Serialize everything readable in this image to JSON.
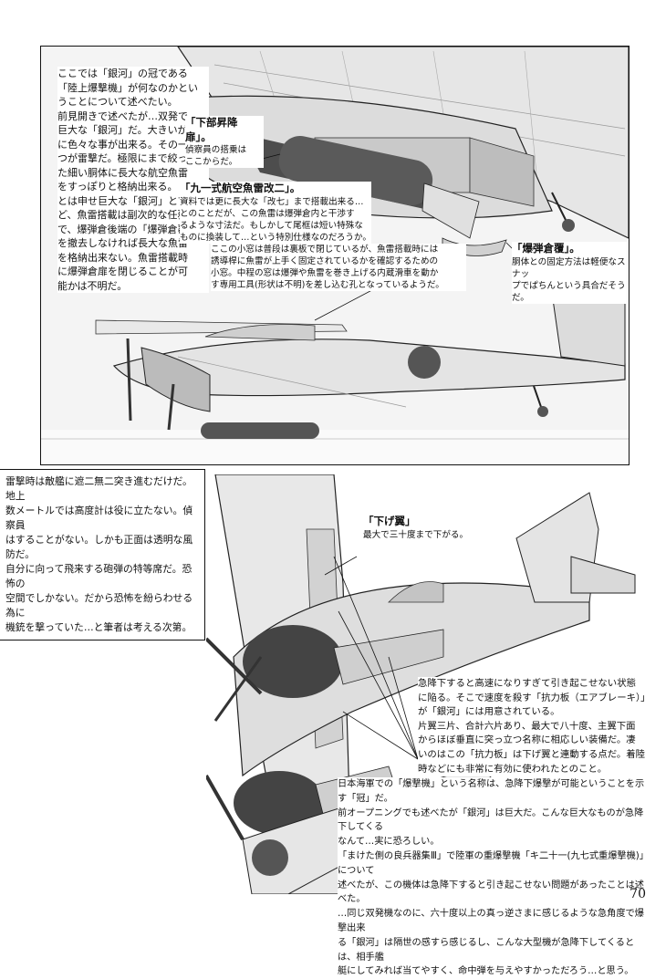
{
  "page": {
    "number": "70"
  },
  "intro": {
    "lines": [
      "ここでは「銀河」の冠である",
      "「陸上爆撃機」が何なのかとい",
      "うことについて述べたい。",
      "前見開きで述べたが…双発で",
      "巨大な「銀河」だ。大きいが故",
      "に色々な事が出来る。その一",
      "つが雷撃だ。極限にまで絞っ",
      "た細い胴体に長大な航空魚雷",
      "をすっぽりと格納出来る。",
      "とは申せ巨大な「銀河」と言え",
      "ど、魚雷搭載は副次的な任務",
      "で、爆弾倉後端の「爆弾倉覆」",
      "を撤去しなければ長大な魚雷",
      "を格納出来ない。魚雷搭載時",
      "に爆弾倉扉を閉じることが可",
      "能かは不明だ。"
    ]
  },
  "captions": {
    "lower_door": {
      "title": "「下部昇降扉」。",
      "body": [
        "偵察員の搭乗は",
        "ここからだ。"
      ]
    },
    "torpedo": {
      "title": "「九一式航空魚雷改二」。",
      "body": [
        "資料では更に長大な「改七」まで搭載出来る…",
        "とのことだが、この魚雷は爆弾倉内と干渉す",
        "るような寸法だ。もしかして尾框は短い特殊な",
        "ものに換装して…という特別仕様なのだろうか。"
      ]
    },
    "small_window": {
      "body": [
        "ここの小窓は普段は裏板で閉じているが、魚雷搭載時には",
        "誘導桿に魚雷が上手く固定されているかを確認するための",
        "小窓。中程の窓は爆弾や魚雷を巻き上げる内蔵滑車を動か",
        "す専用工具(形状は不明)を差し込む孔となっているようだ。"
      ]
    },
    "bomb_cover": {
      "title": "「爆弾倉覆」。",
      "body": [
        "胴体との固定方法は軽便なスナッ",
        "プでぱちんという具合だそうだ。"
      ]
    },
    "flap": {
      "title": "「下げ翼」",
      "body": [
        "最大で三十度まで下がる。"
      ]
    }
  },
  "attack_box": {
    "lines": [
      "雷撃時は敵艦に遮二無二突き進むだけだ。地上",
      "数メートルでは高度計は役に立たない。偵察員",
      "はすることがない。しかも正面は透明な風防だ。",
      "自分に向って飛来する砲弾の特等席だ。恐怖の",
      "空間でしかない。だから恐怖を紛らわせる為に",
      "機銃を撃っていた…と筆者は考える次第。"
    ]
  },
  "dive": {
    "lines": [
      "急降下すると高速になりすぎて引き起こせない状態",
      "に陥る。そこで速度を殺す「抗力板（エアブレーキ）」",
      "が「銀河」には用意されている。",
      "片翼三片、合計六片あり、最大で八十度、主翼下面",
      "からほぼ垂直に突っ立つ名称に相応しい装備だ。凄",
      "いのはこの「抗力板」は下げ翼と連動する点だ。着陸",
      "時などにも非常に有効に使われたとのこと。"
    ]
  },
  "bottom": {
    "lines": [
      "日本海軍での「爆撃機」という名称は、急降下爆撃が可能ということを示す「冠」だ。",
      "前オープニングでも述べたが「銀河」は巨大だ。こんな巨大なものが急降下してくる",
      "なんて…実に恐ろしい。",
      "「まけた側の良兵器集Ⅲ」で陸軍の重爆撃機「キ二十一(九七式重爆撃機)」について",
      "述べたが、この機体は急降下すると引き起こせない問題があったことは述べた。",
      "…同じ双発機なのに、六十度以上の真っ逆さまに感じるような急角度で爆撃出来",
      "る「銀河」は隔世の感すら感じるし、こんな大型機が急降下してくるとは、相手艦",
      "艇にしてみれば当てやすく、命中弾を与えやすかっただろう…と思う。"
    ]
  }
}
